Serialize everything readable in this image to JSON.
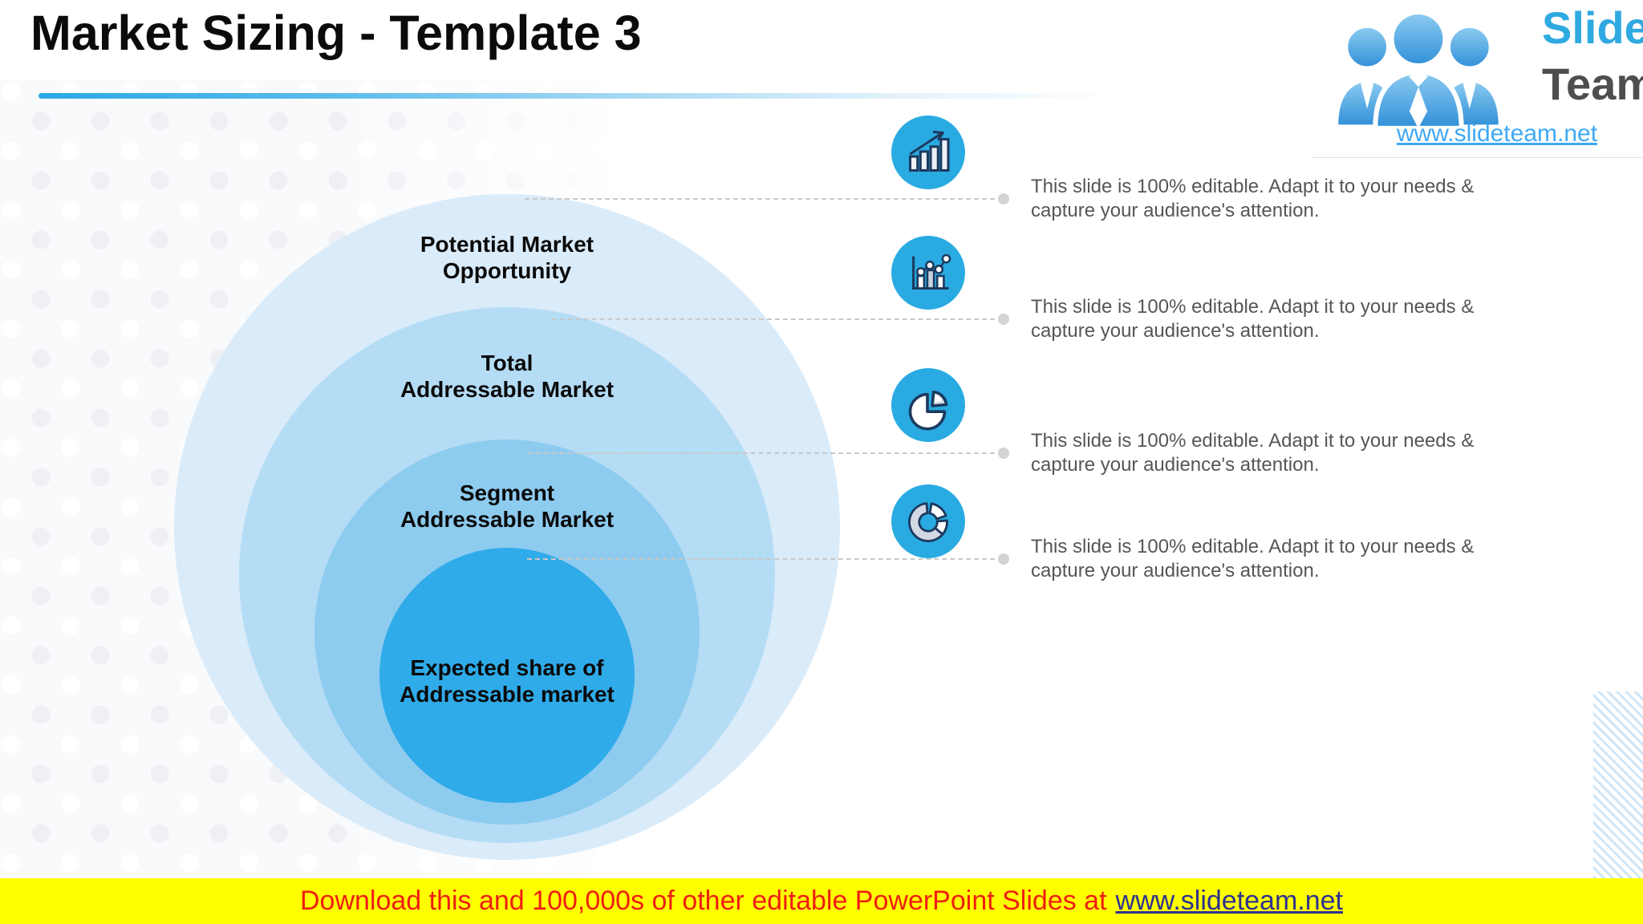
{
  "title": "Market Sizing - Template 3",
  "logo": {
    "brand_line1": "Slide",
    "brand_line2": "Team",
    "website": "www.slideteam.net"
  },
  "funnel": {
    "levels": [
      {
        "label_line1": "Potential Market",
        "label_line2": "Opportunity",
        "fill": "#DAEBF9",
        "icon": "growth-bar-chart"
      },
      {
        "label_line1": "Total",
        "label_line2": "Addressable Market",
        "fill": "#B4DCF5",
        "icon": "bar-line-chart"
      },
      {
        "label_line1": "Segment",
        "label_line2": "Addressable Market",
        "fill": "#8DCBEF",
        "icon": "pie-chart"
      },
      {
        "label_line1": "Expected share of",
        "label_line2": "Addressable market",
        "fill": "#2FABE9",
        "icon": "donut-chart"
      }
    ]
  },
  "callouts": [
    {
      "line1": "This slide is 100% editable. Adapt it to your needs &",
      "line2": "capture your audience's attention."
    },
    {
      "line1": "This slide is 100% editable. Adapt it to your needs &",
      "line2": "capture your audience's attention."
    },
    {
      "line1": "This slide is 100% editable. Adapt it to your needs &",
      "line2": "capture your audience's attention."
    },
    {
      "line1": "This slide is 100% editable. Adapt it to your needs &",
      "line2": "capture your audience's attention."
    }
  ],
  "footer": {
    "message": "Download this and 100,000s of other editable PowerPoint Slides at",
    "link": "www.slideteam.net",
    "bg": "#FFFF00",
    "message_color": "#F01E13",
    "link_color": "#2E3192"
  },
  "colors": {
    "icon_circle": "#29ABE2",
    "icon_outline": "#1C3A5E",
    "accent_underline": "#2AA9E4",
    "connector": "#C9C9C9",
    "callout_text": "#58595B"
  }
}
